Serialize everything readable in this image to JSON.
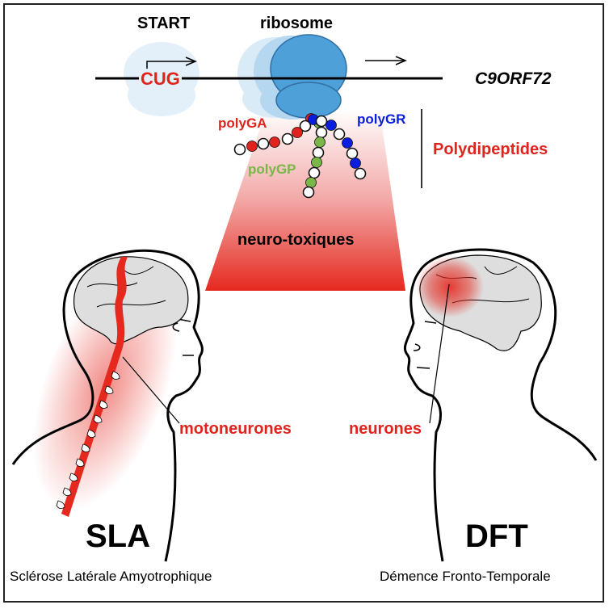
{
  "gene": {
    "start_label": "START",
    "codon_label": "CUG",
    "ribosome_label": "ribosome",
    "gene_name": "C9ORF72"
  },
  "peptides": {
    "group_label": "Polydipeptides",
    "items": [
      {
        "name": "polyGA",
        "color": "#e0231d"
      },
      {
        "name": "polyGP",
        "color": "#7ab648"
      },
      {
        "name": "polyGR",
        "color": "#0a1ee0"
      }
    ]
  },
  "toxicity_label": "neuro-toxiques",
  "left": {
    "cell_label": "motoneurones",
    "disease_abbr": "SLA",
    "disease_name": "Sclérose Latérale Amyotrophique"
  },
  "right": {
    "cell_label": "neurones",
    "disease_abbr": "DFT",
    "disease_name": "Démence Fronto-Temporale"
  },
  "colors": {
    "accent_red": "#e5291f",
    "ribosome_blue": "#4ea0d8",
    "ribosome_light": "#d9ebf7"
  }
}
